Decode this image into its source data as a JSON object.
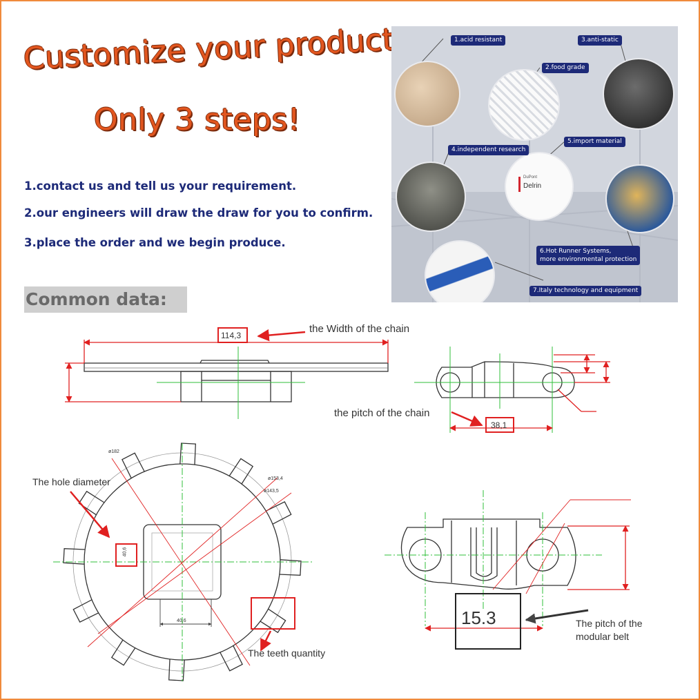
{
  "header": {
    "title_line1": "Customize your product",
    "title_line2": "Only 3 steps!"
  },
  "steps": [
    "1.contact us and tell us your requirement.",
    "2.our engineers will draw the draw for you to confirm.",
    "3.place the order and we begin produce."
  ],
  "common_data_label": "Common data:",
  "features": [
    "1.acid resistant",
    "2.food grade",
    "3.anti-static",
    "4.independent research",
    "5.import material",
    "6.Hot Runner Systems,",
    "more environmental protection",
    "7.Italy technology and equipment"
  ],
  "material_badge": {
    "brand": "DuPont",
    "product": "Delrin"
  },
  "diagram": {
    "width_value": "114,3",
    "width_label": "the Width of the chain",
    "pitch_value": "38,1",
    "pitch_label": "the pitch  of the chain",
    "hole_label": "The hole  diameter",
    "teeth_label": "The teeth quantity",
    "belt_pitch_value": "15.3",
    "belt_pitch_label_1": "The pitch of the",
    "belt_pitch_label_2": "modular belt",
    "tiny_dims": [
      "ø182",
      "ø153,4",
      "ø143,5",
      "40,6",
      "40,6"
    ]
  },
  "colors": {
    "title_orange": "#e2561f",
    "steps_navy": "#1d2a78",
    "callout_red": "#e02020",
    "centerline_green": "#2fbf3a",
    "frame_orange": "#f08a3c"
  }
}
